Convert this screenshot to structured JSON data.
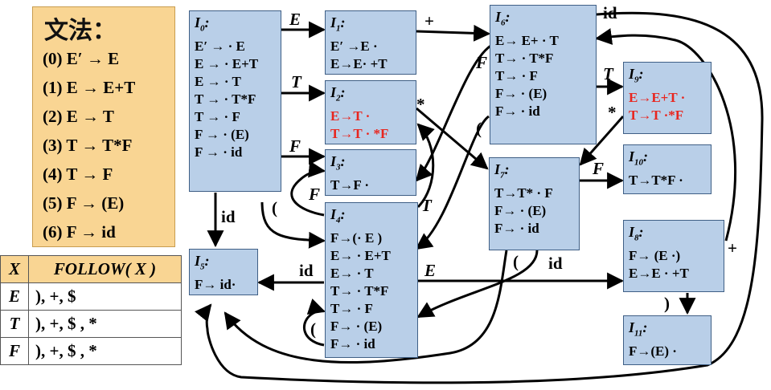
{
  "grammar": {
    "title": "文法：",
    "rules": [
      "(0) E′ → E",
      "(1) E → E+T",
      "(2) E → T",
      "(3) T → T*F",
      "(4) T → F",
      "(5) F → (E)",
      "(6) F → id"
    ]
  },
  "follow_table": {
    "headers": [
      "X",
      "FOLLOW( X )"
    ],
    "rows": [
      {
        "symbol": "E",
        "set": "),  +,  $"
      },
      {
        "symbol": "T",
        "set": "),  +,  $ ,  *"
      },
      {
        "symbol": "F",
        "set": "),  +,  $ , *"
      }
    ]
  },
  "states": [
    {
      "id": "I0",
      "base": "I",
      "sub": "0",
      "items": [
        "E′ → · E",
        "E → · E+T",
        "E → · T",
        "T → · T*F",
        "T → · F",
        "F → · (E)",
        "F → · id"
      ]
    },
    {
      "id": "I1",
      "base": "I",
      "sub": "1",
      "items": [
        "E′ →E ·",
        "E→E· +T"
      ]
    },
    {
      "id": "I2",
      "base": "I",
      "sub": "2",
      "items": [
        "E→T ·",
        "T→T · *F"
      ],
      "highlight": true
    },
    {
      "id": "I3",
      "base": "I",
      "sub": "3",
      "items": [
        "T→F ·"
      ]
    },
    {
      "id": "I4",
      "base": "I",
      "sub": "4",
      "items": [
        "F→(· E )",
        "E→ · E+T",
        "E→ · T",
        "T→ · T*F",
        "T→ · F",
        "F→ · (E)",
        "F→ · id"
      ]
    },
    {
      "id": "I5",
      "base": "I",
      "sub": "5",
      "items": [
        "F→ id·"
      ]
    },
    {
      "id": "I6",
      "base": "I",
      "sub": "6",
      "items": [
        "E→ E+ · T",
        "T→ · T*F",
        "T→ · F",
        "F→ · (E)",
        "F→ · id"
      ]
    },
    {
      "id": "I7",
      "base": "I",
      "sub": "7",
      "items": [
        "T→T* · F",
        "F→ · (E)",
        "F→ · id"
      ]
    },
    {
      "id": "I8",
      "base": "I",
      "sub": "8",
      "items": [
        "F→ (E ·)",
        "E→E · +T"
      ]
    },
    {
      "id": "I9",
      "base": "I",
      "sub": "9",
      "items": [
        "E→E+T ·",
        "T→T ·*F"
      ],
      "highlight": true
    },
    {
      "id": "I10",
      "base": "I",
      "sub": "10",
      "items": [
        "T→T*F ·"
      ]
    },
    {
      "id": "I11",
      "base": "I",
      "sub": "11",
      "items": [
        "F→(E) ·"
      ]
    }
  ],
  "edge_labels": {
    "e0_1": "E",
    "e0_2": "T",
    "e0_3": "F",
    "e0_5": "id",
    "e0_4": "(",
    "e1_6": "+",
    "e2_7": "*",
    "e6_9": "T",
    "e6_3": "F",
    "e6_4": "(",
    "e6_5": "id",
    "e9_7": "*",
    "e7_10": "F",
    "e7_4": "(",
    "e7_5": "id",
    "e8_6": "+",
    "e8_11": ")",
    "e4_8": "E",
    "e4_5": "id",
    "e4_3": "F",
    "e4_2": "T",
    "e4_4": "("
  }
}
